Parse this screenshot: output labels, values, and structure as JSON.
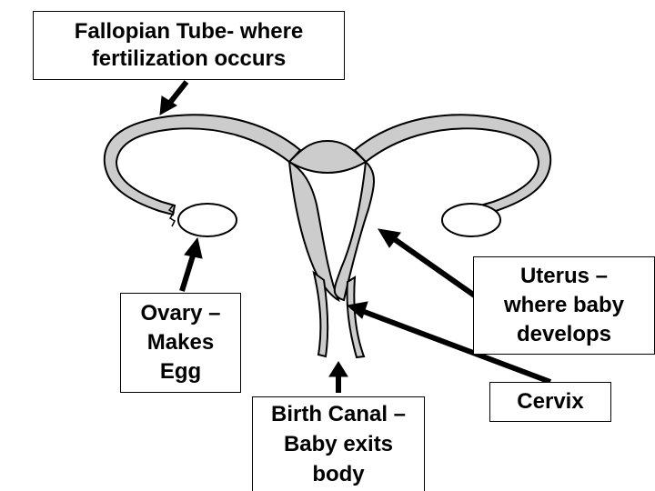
{
  "colors": {
    "tissue": "#cccccc",
    "outline": "#000000",
    "background": "#ffffff"
  },
  "labels": {
    "fallopian_tube": [
      "Fallopian Tube- where",
      "fertilization occurs"
    ],
    "ovary": [
      "Ovary –",
      "Makes",
      "Egg"
    ],
    "uterus": [
      "Uterus –",
      "where baby",
      "develops"
    ],
    "cervix": [
      "Cervix"
    ],
    "birth_canal": [
      "Birth Canal –",
      "Baby exits",
      "body"
    ]
  }
}
